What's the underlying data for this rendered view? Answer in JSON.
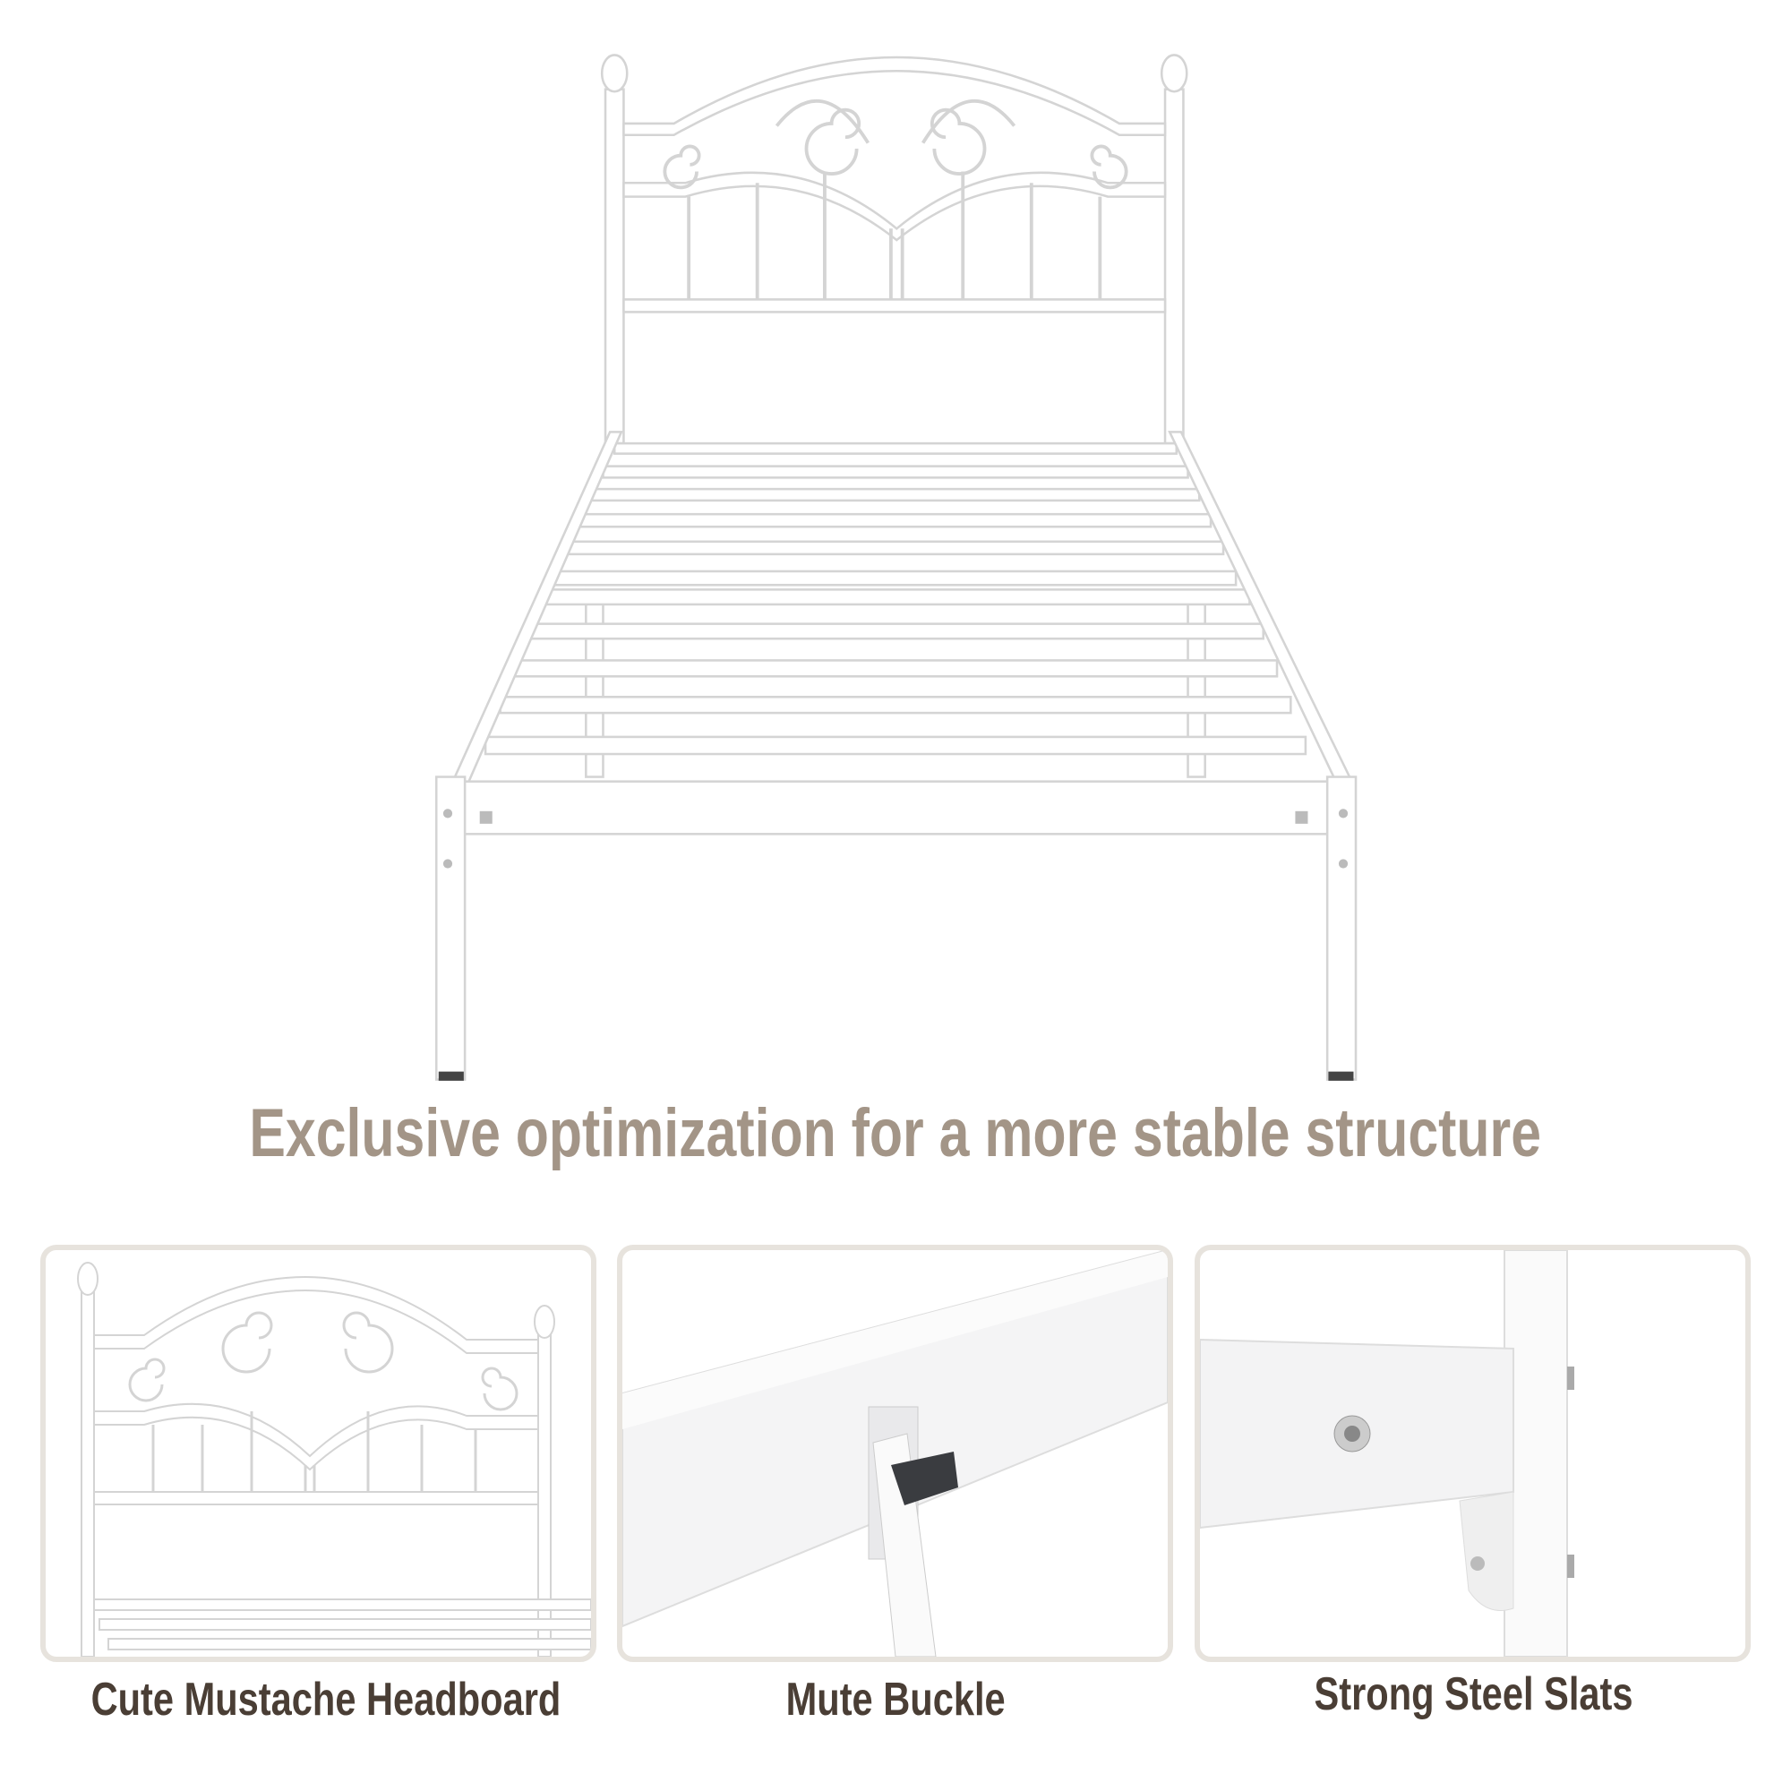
{
  "headline": "Exclusive optimization for a more stable structure",
  "features": [
    {
      "label": "Cute Mustache Headboard"
    },
    {
      "label": "Mute Buckle"
    },
    {
      "label": "Strong Steel Slats"
    }
  ],
  "colors": {
    "headline": "#a39587",
    "caption": "#4a3e35",
    "panel_border": "#e7e3dd",
    "frame_outline": "#d6d6d6"
  }
}
